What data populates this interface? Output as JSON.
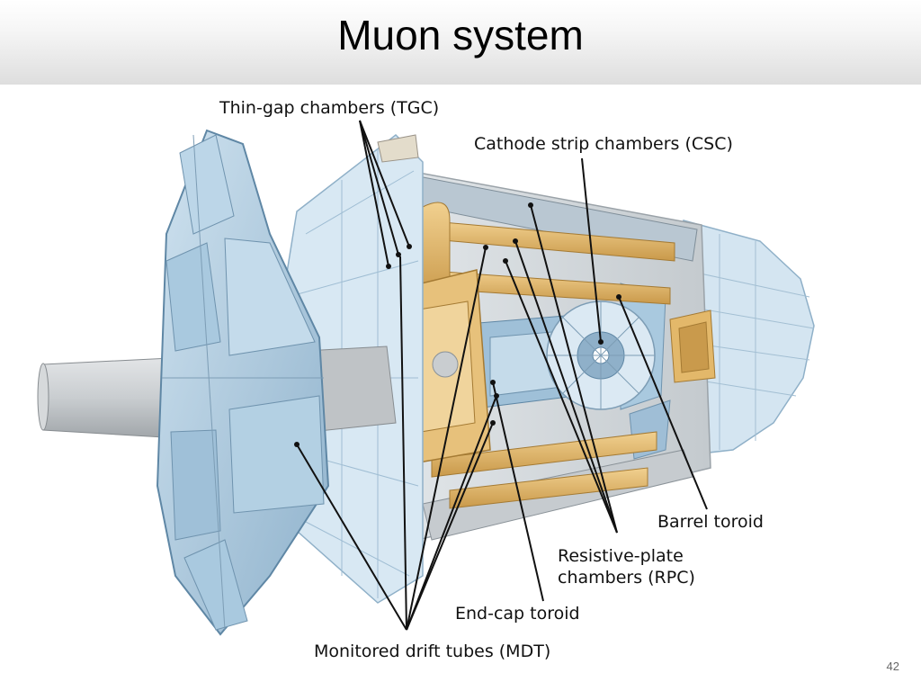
{
  "slide": {
    "title": "Muon system",
    "page_number": "42"
  },
  "labels": {
    "tgc": "Thin-gap chambers (TGC)",
    "csc": "Cathode strip chambers (CSC)",
    "barrel_toroid": "Barrel toroid",
    "rpc_line1": "Resistive-plate",
    "rpc_line2": "chambers (RPC)",
    "endcap_toroid": "End-cap toroid",
    "mdt": "Monitored drift tubes (MDT)"
  },
  "colors": {
    "chamber_blue": "#a9c9df",
    "chamber_edge": "#6f93ae",
    "toroid_gold": "#e2b96a",
    "beampipe_grey": "#c9cdd0",
    "structure_grey": "#d9dadb"
  }
}
